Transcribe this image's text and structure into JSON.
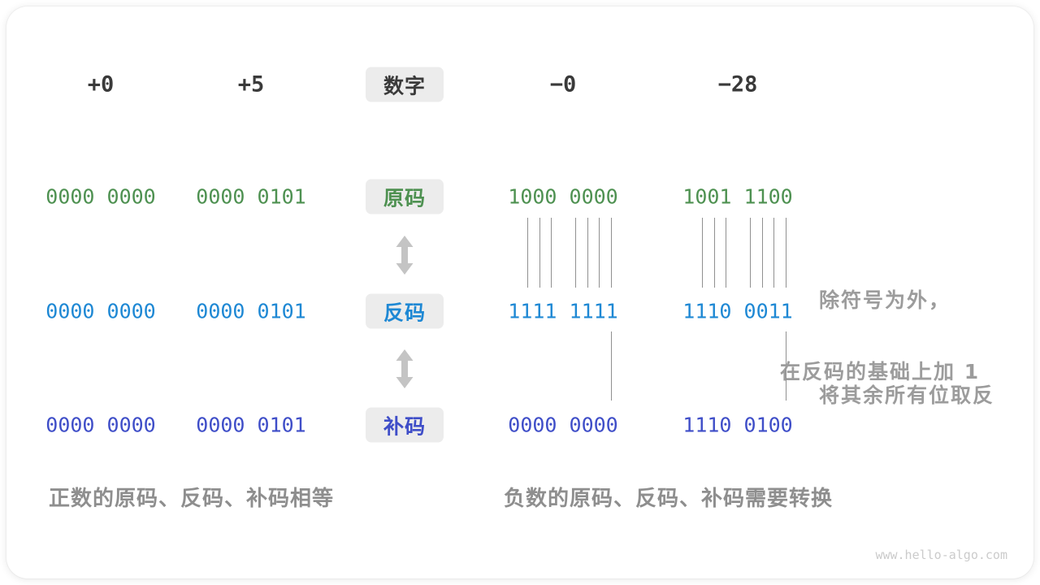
{
  "header": {
    "labels": [
      "+0",
      "+5",
      "−0",
      "−28"
    ],
    "badge": "数字"
  },
  "rows": [
    {
      "badge": "原码",
      "values": [
        "0000 0000",
        "0000 0101",
        "1000 0000",
        "1001 1100"
      ]
    },
    {
      "badge": "反码",
      "values": [
        "0000 0000",
        "0000 0101",
        "1111 1111",
        "1110 0011"
      ]
    },
    {
      "badge": "补码",
      "values": [
        "0000 0000",
        "0000 0101",
        "0000 0000",
        "1110 0100"
      ]
    }
  ],
  "annotations": {
    "invert_line1": "除符号为外，",
    "invert_line2": "将其余所有位取反",
    "add_one": "在反码的基础上加 1"
  },
  "captions": {
    "positive": "正数的原码、反码、补码相等",
    "negative": "负数的原码、反码、补码需要转换"
  },
  "watermark": "www.hello-algo.com",
  "colors": {
    "sign_magnitude": "#4E9151",
    "ones_complement": "#1E88D4",
    "twos_complement": "#3F4EC8",
    "label_dark": "#3A3A3A",
    "badge_bg": "#ECECEC",
    "annotation_gray": "#9C9C9C",
    "caption_gray": "#8E8E8E",
    "arrow_gray": "#C4C4C4",
    "line_gray": "#909090",
    "watermark_gray": "#CBCBCB"
  }
}
